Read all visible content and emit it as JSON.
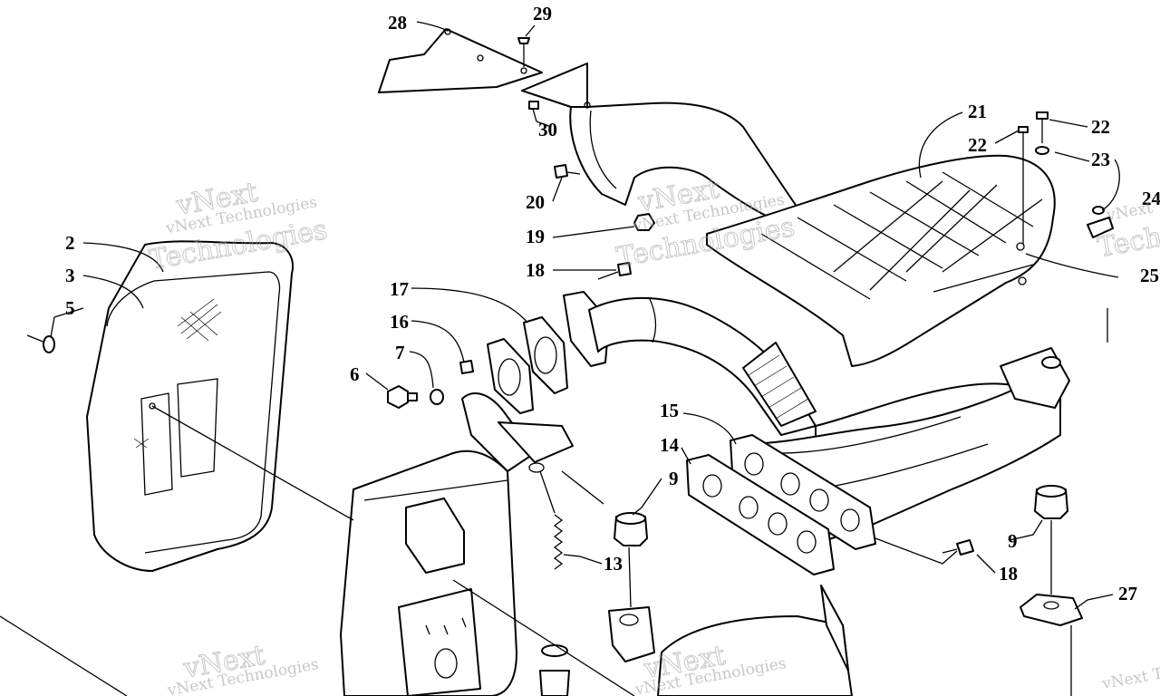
{
  "watermark": {
    "brand": "vNext",
    "line": "vNext Technologies",
    "big": "Technologies"
  },
  "callouts": {
    "c2": "2",
    "c3": "3",
    "c5": "5",
    "c6": "6",
    "c7": "7",
    "c9a": "9",
    "c9b": "9",
    "c13": "13",
    "c14": "14",
    "c15": "15",
    "c16": "16",
    "c17": "17",
    "c18a": "18",
    "c18b": "18",
    "c19": "19",
    "c20": "20",
    "c21": "21",
    "c22a": "22",
    "c22b": "22",
    "c23": "23",
    "c24": "24",
    "c25": "25",
    "c27": "27",
    "c28": "28",
    "c29": "29",
    "c30": "30"
  }
}
